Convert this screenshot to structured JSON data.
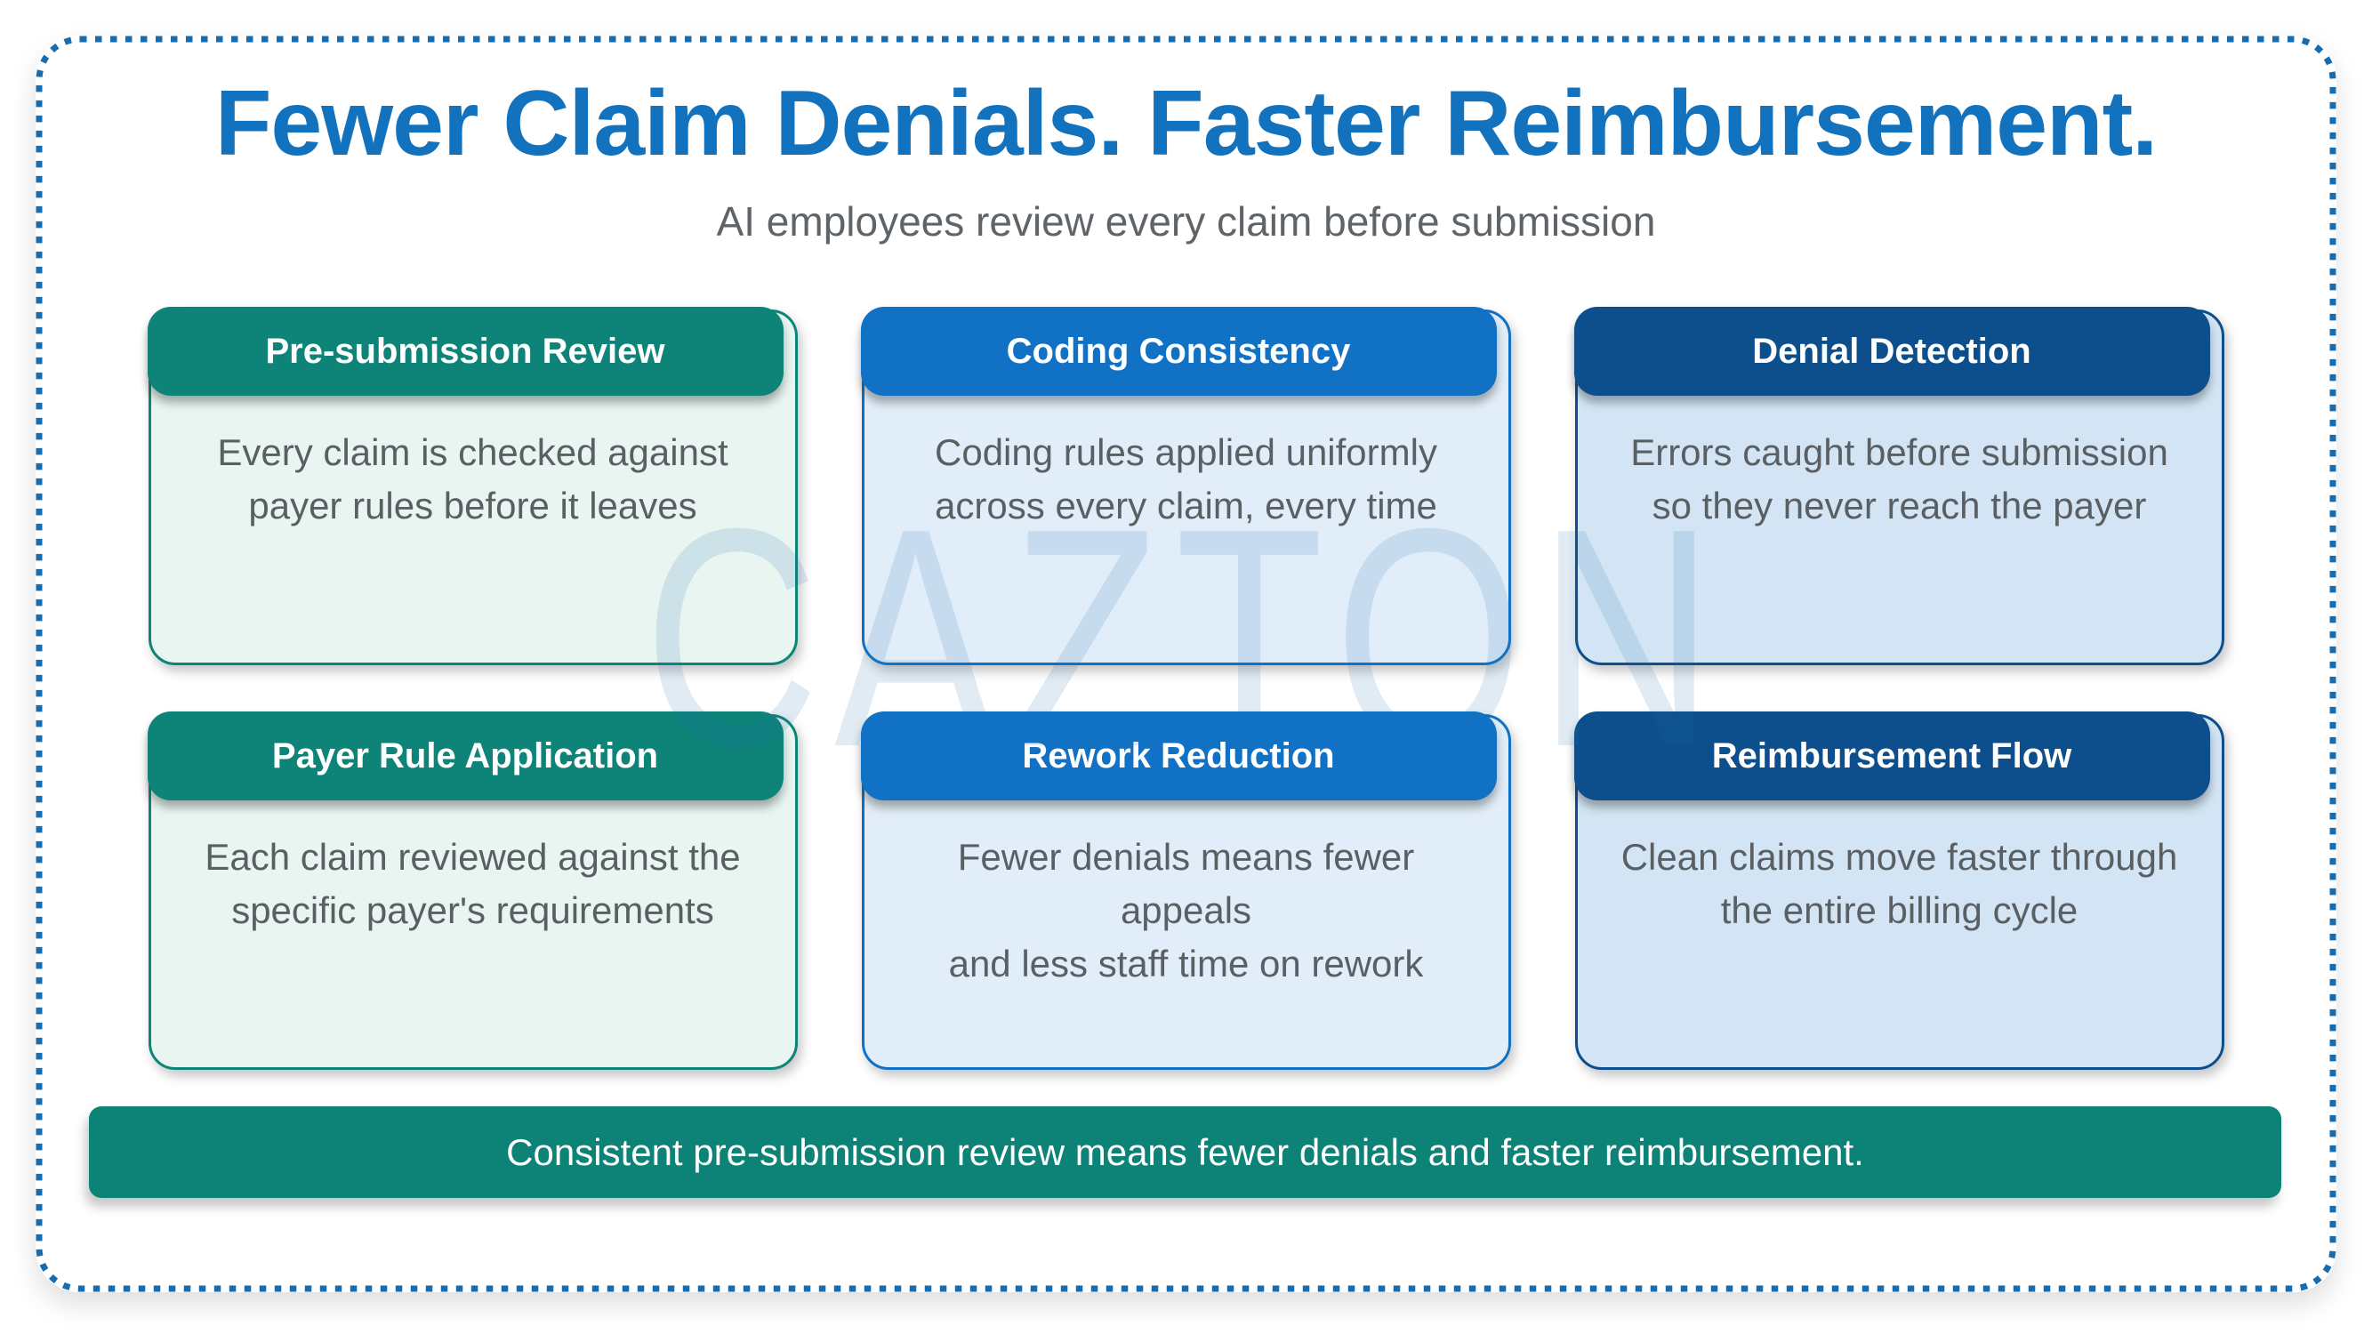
{
  "page": {
    "title": "Fewer Claim Denials. Faster Reimbursement.",
    "subtitle": "AI employees review every claim before submission",
    "watermark": "CAZTON",
    "footer_banner": "Consistent pre-submission review means fewer denials and faster reimbursement."
  },
  "cards": [
    {
      "theme": "teal",
      "title": "Pre-submission Review",
      "body": "Every claim is checked against\npayer rules before it leaves"
    },
    {
      "theme": "blue",
      "title": "Coding Consistency",
      "body": "Coding rules applied uniformly\nacross every claim, every time"
    },
    {
      "theme": "navy",
      "title": "Denial Detection",
      "body": "Errors caught before submission\nso they never reach the payer"
    },
    {
      "theme": "teal",
      "title": "Payer Rule Application",
      "body": "Each claim reviewed against the\nspecific payer's requirements"
    },
    {
      "theme": "blue",
      "title": "Rework Reduction",
      "body": "Fewer denials means fewer\nappeals\nand less staff time on rework"
    },
    {
      "theme": "navy",
      "title": "Reimbursement Flow",
      "body": "Clean claims move faster through\nthe entire billing cycle"
    }
  ],
  "colors": {
    "title_blue": "#1272BD",
    "teal_accent": "#0E8478",
    "blue_accent": "#1172C5",
    "navy_accent": "#0D4F8C",
    "teal_tint": "#E9F5F1",
    "blue_tint": "#E1EDF8",
    "navy_tint": "#D3E5F4",
    "banner_bg": "#0C8376",
    "body_text": "#5A5F64",
    "subtitle_text": "#5F6469",
    "dotted_border": "#176CB0",
    "header_text": "#FFFFFF"
  }
}
